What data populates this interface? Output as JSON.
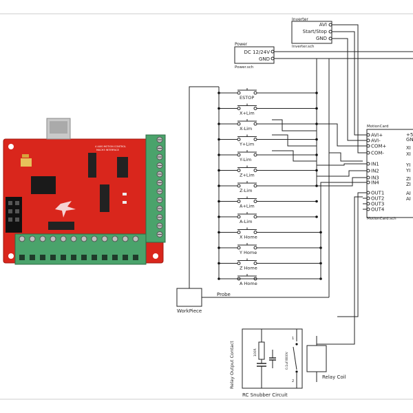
{
  "board": {
    "silk_title": "4 AXIS MOTION CONTROL",
    "silk_sub": "MACH3 INTERFACE"
  },
  "inverter": {
    "title": "Inverter",
    "file": "Inverter.sch",
    "pins": [
      "AVI",
      "Start/Stop",
      "GND"
    ]
  },
  "power": {
    "title": "Power",
    "file": "Power.sch",
    "pins": [
      "DC 12/24V",
      "GND"
    ]
  },
  "switches": [
    {
      "label": "ESTOP"
    },
    {
      "label": "X+Lim"
    },
    {
      "label": "X-Lim"
    },
    {
      "label": "Y+Lim"
    },
    {
      "label": "Y-Lim"
    },
    {
      "label": "Z+Lim"
    },
    {
      "label": "Z-Lim"
    },
    {
      "label": "A+Lim"
    },
    {
      "label": "A-Lim"
    },
    {
      "label": "X Home"
    },
    {
      "label": "Y Home"
    },
    {
      "label": "Z Home"
    },
    {
      "label": "A Home"
    }
  ],
  "motioncard": {
    "title": "MotionCard",
    "file": "MotionCard.sch",
    "left_pins": [
      "AVI+",
      "AVI-",
      "COM+",
      "COM-",
      "IN1",
      "IN2",
      "IN3",
      "IN4",
      "OUT1",
      "OUT2",
      "OUT3",
      "OUT4"
    ],
    "right_pins": [
      "+5",
      "GN",
      "XI",
      "XI",
      "YI",
      "YI",
      "ZI",
      "ZI",
      "AI",
      "AI"
    ]
  },
  "workpiece": {
    "label": "WorkPiece",
    "probe": "Probe"
  },
  "snubber": {
    "side_label": "Relay Output Contact",
    "bottom_label": "RC Snubber Circuit",
    "resistor": "100R",
    "capacitor": "0.1uF/800V",
    "coil": "Relay Coil"
  }
}
